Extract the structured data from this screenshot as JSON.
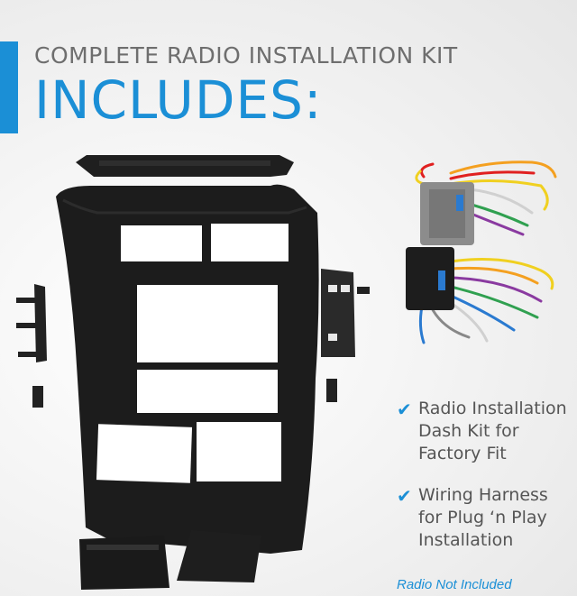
{
  "headline": {
    "line1": "COMPLETE RADIO INSTALLATION KIT",
    "line2": "INCLUDES:"
  },
  "features": [
    {
      "icon": "checkmark-icon",
      "check": "✔",
      "lines": [
        "Radio Installation",
        "Dash Kit for",
        "Factory Fit"
      ]
    },
    {
      "icon": "checkmark-icon",
      "check": "✔",
      "lines": [
        "Wiring Harness",
        "for Plug ‘n Play",
        "Installation"
      ]
    }
  ],
  "disclaimer": "Radio  Not Included",
  "colors": {
    "accent": "#1b8fd6",
    "headline_gray": "#6e6e6e",
    "dash_kit": "#1c1c1c"
  },
  "product_images": [
    "dash-kit-bezel",
    "mounting-brackets",
    "storage-pockets",
    "wiring-harness"
  ]
}
